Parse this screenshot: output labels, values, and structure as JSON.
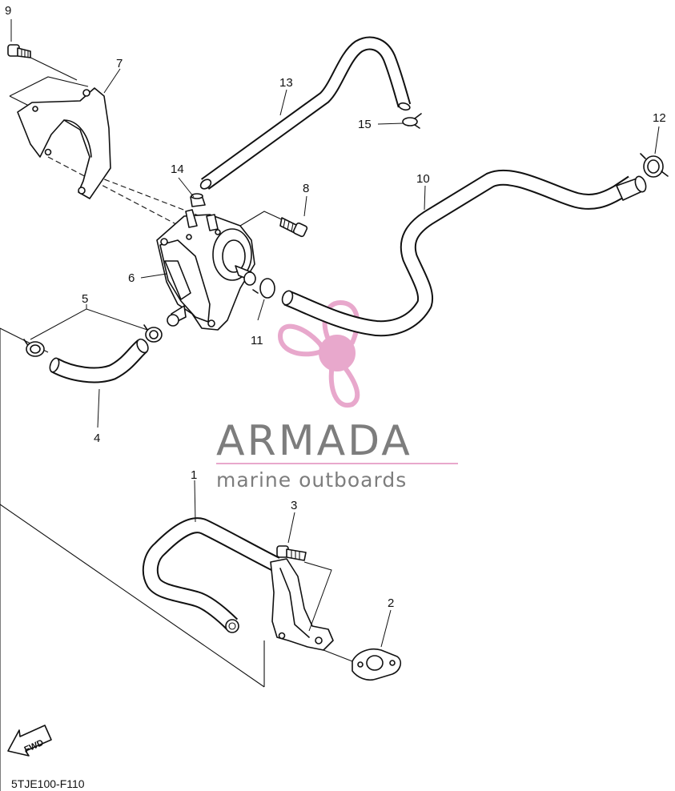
{
  "callouts": {
    "c1": "1",
    "c2": "2",
    "c3": "3",
    "c4": "4",
    "c5": "5",
    "c6": "6",
    "c7": "7",
    "c8": "8",
    "c9": "9",
    "c10": "10",
    "c11": "11",
    "c12": "12",
    "c13": "13",
    "c14": "14",
    "c15": "15"
  },
  "watermark": {
    "brand": "ARMADA",
    "tagline": "marine outboards",
    "logo_color": "#e8a8cc",
    "text_color": "#7d7d7d"
  },
  "fwd_label": "FWD",
  "drawing_code": "5TJE100-F110",
  "icons": {
    "logo": "propeller-logo-icon",
    "direction": "fwd-arrow-icon"
  }
}
